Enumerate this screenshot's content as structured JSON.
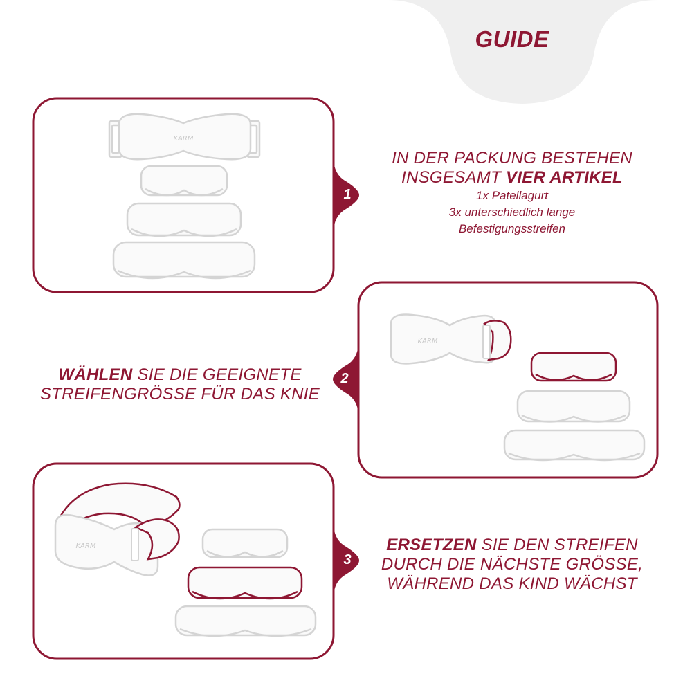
{
  "header": {
    "title": "GUIDE"
  },
  "steps": [
    {
      "number": "1",
      "line1": "IN DER PACKUNG BESTEHEN",
      "line2_prefix": "INSGESAMT ",
      "line2_bold": "VIER ARTIKEL",
      "details": [
        "1x Patellagurt",
        "3x unterschiedlich lange",
        "Befestigungsstreifen"
      ]
    },
    {
      "number": "2",
      "line1_bold": "WÄHLEN",
      "line1_rest": " SIE DIE GEEIGNETE",
      "line2": "STREIFENGRÖSSE FÜR DAS KNIE"
    },
    {
      "number": "3",
      "line1_bold": "ERSETZEN",
      "line1_rest": " SIE DEN STREIFEN",
      "line2": "DURCH DIE NÄCHSTE GRÖSSE,",
      "line3": "WÄHREND DAS KIND WÄCHST"
    }
  ],
  "product": {
    "logo_text": "KARM"
  },
  "colors": {
    "accent": "#8e1733",
    "outline": "#d4d4d4",
    "background": "#ffffff",
    "header_tab": "#eeeeee"
  },
  "icons": [
    "patella-strap-icon",
    "strap-short-icon",
    "strap-medium-icon",
    "strap-long-icon",
    "strap-worn-icon"
  ]
}
